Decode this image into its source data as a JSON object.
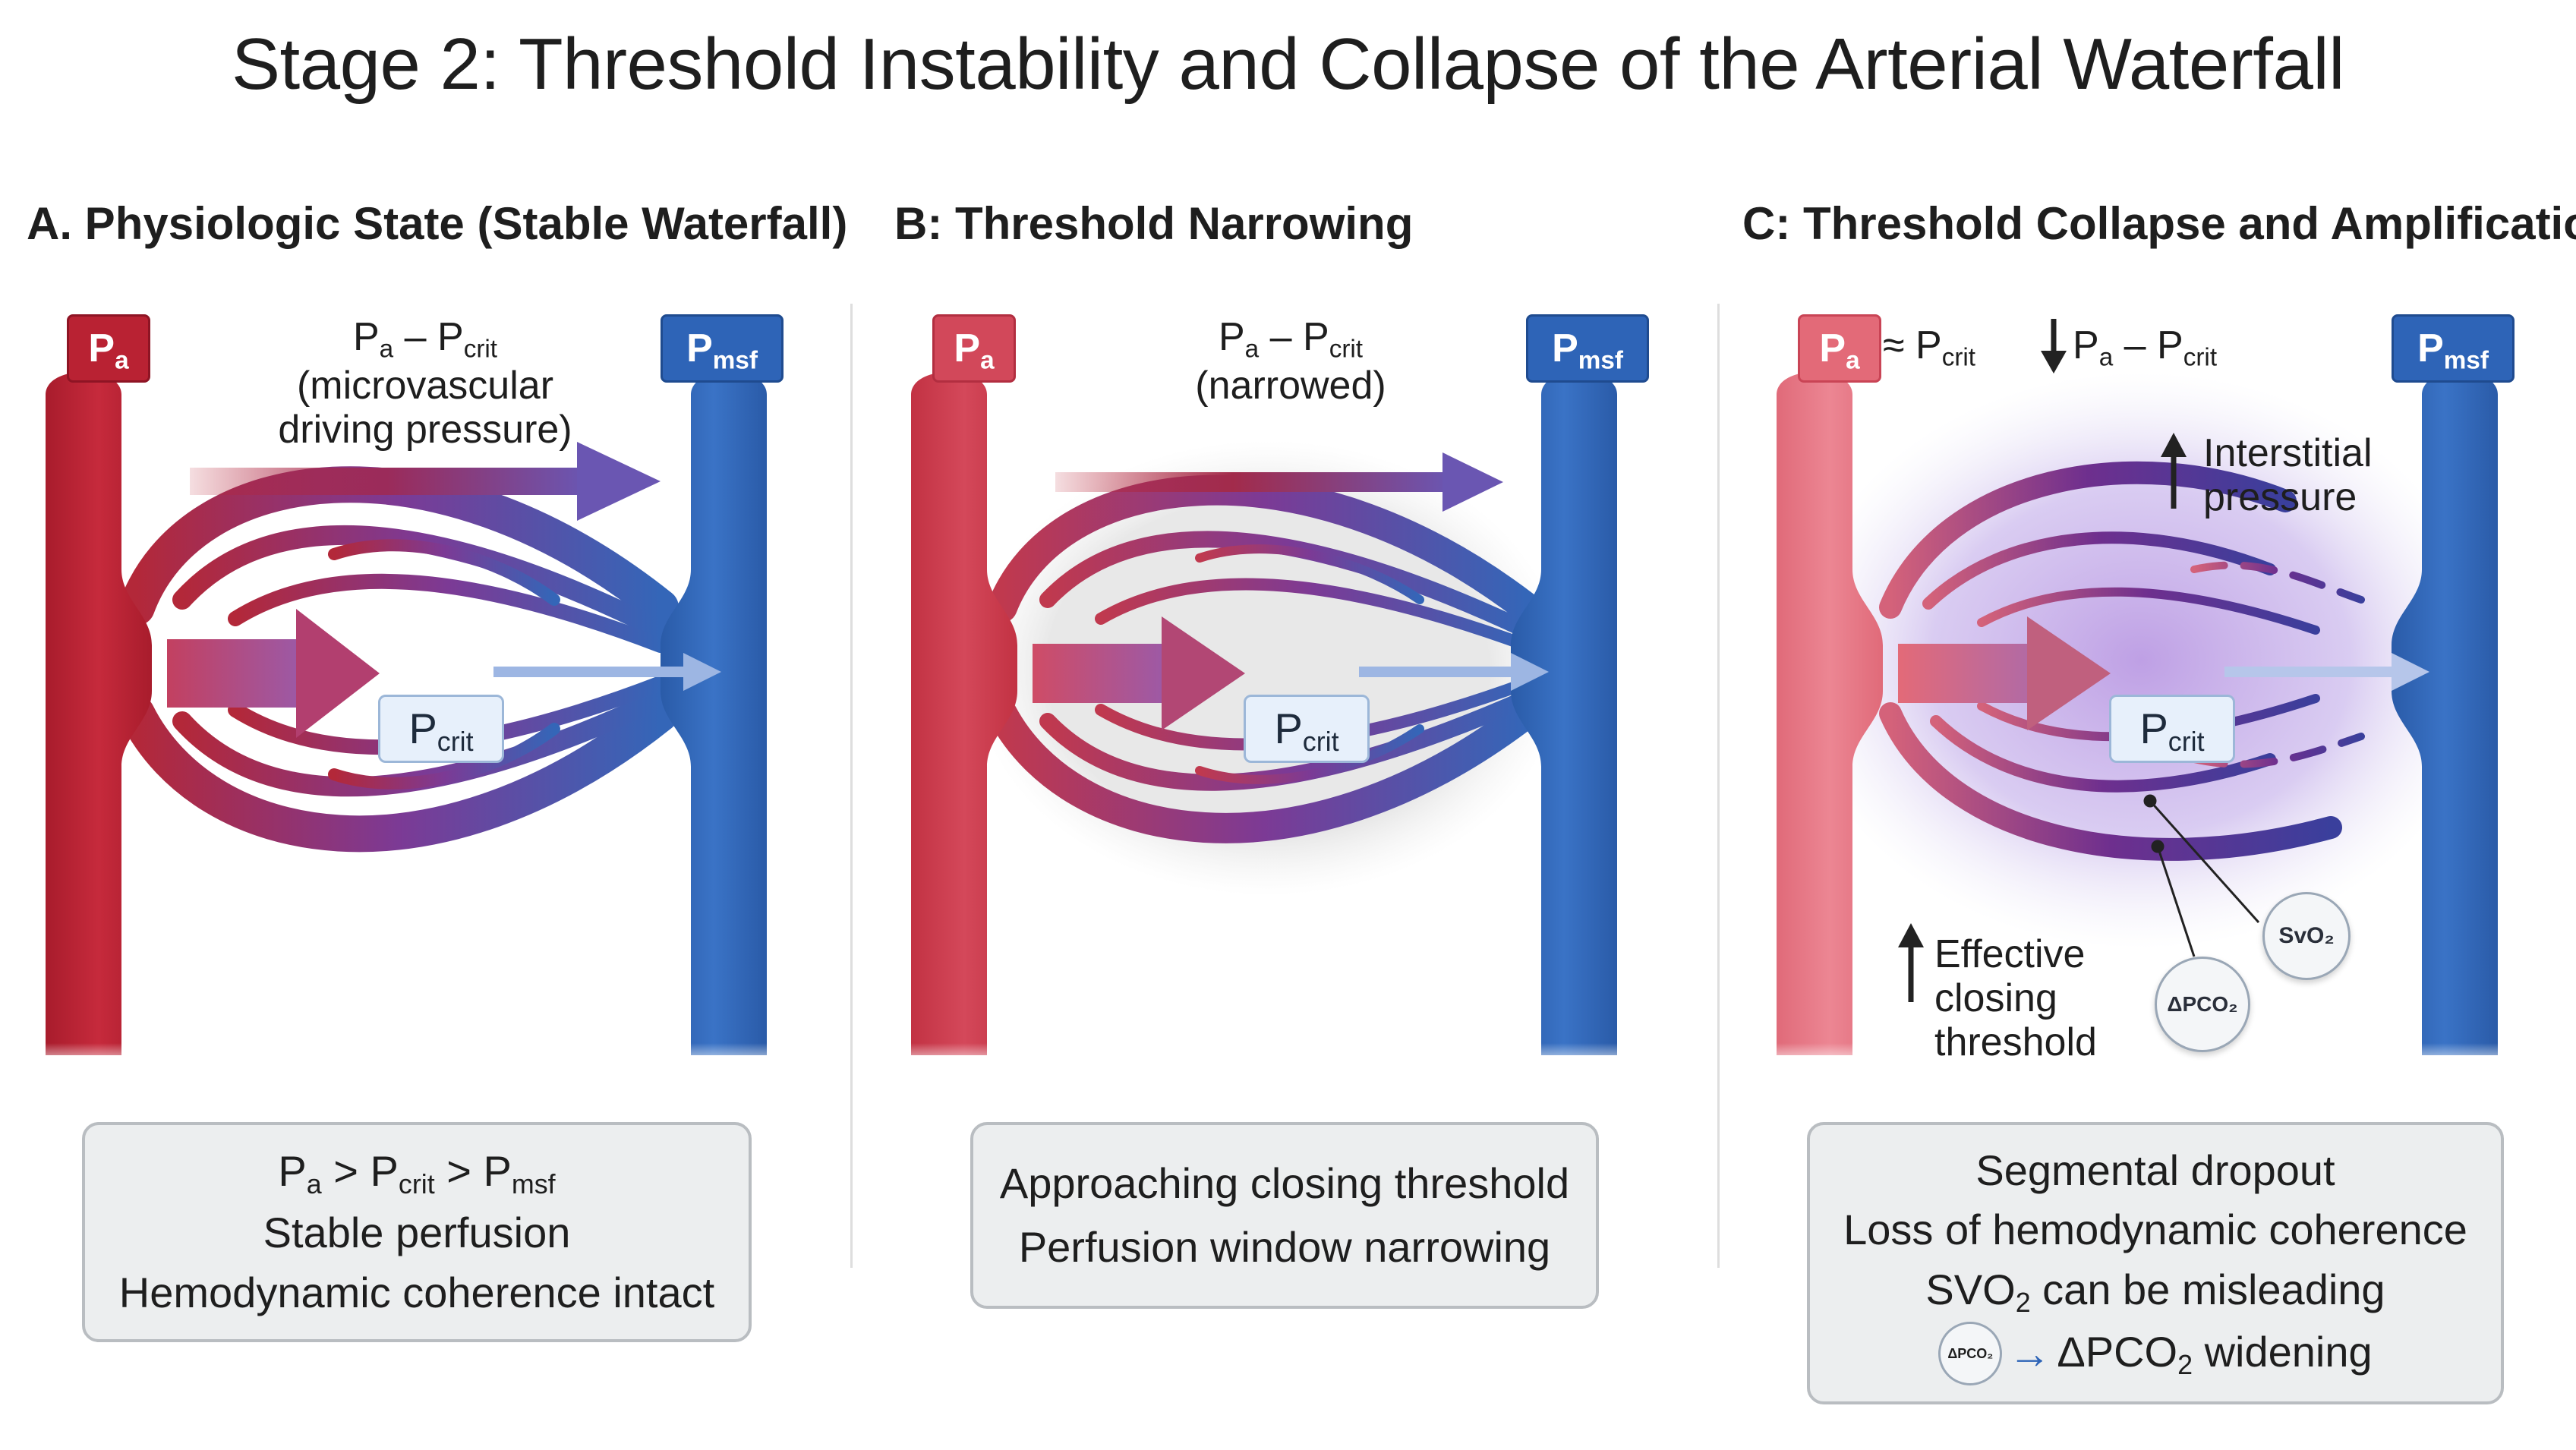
{
  "title": "Stage 2: Threshold Instability and Collapse of the Arterial Waterfall",
  "labels": {
    "pa_main": "P",
    "pa_sub": "a",
    "pmsf_main": "P",
    "pmsf_sub": "msf",
    "pcrit_main": "P",
    "pcrit_sub": "crit"
  },
  "panel_a": {
    "title": "A. Physiologic State (Stable Waterfall)",
    "gradient_line1_pa": "P",
    "gradient_line1_pa_sub": "a",
    "gradient_minus": " – ",
    "gradient_line1_pcrit": "P",
    "gradient_line1_pcrit_sub": "crit",
    "gradient_line2": "(microvascular",
    "gradient_line3": "driving pressure)",
    "box_line1_a": "P",
    "box_line1_a_sub": "a",
    "box_line1_gt1": " > ",
    "box_line1_b": "P",
    "box_line1_b_sub": "crit",
    "box_line1_gt2": " > ",
    "box_line1_c": "P",
    "box_line1_c_sub": "msf",
    "box_line2": "Stable perfusion",
    "box_line3": "Hemodynamic coherence intact"
  },
  "panel_b": {
    "title": "B: Threshold Narrowing",
    "gradient_pa": "P",
    "gradient_pa_sub": "a",
    "gradient_minus": " – ",
    "gradient_pcrit": "P",
    "gradient_pcrit_sub": "crit",
    "gradient_line2": "(narrowed)",
    "box_line1": "Approaching closing threshold",
    "box_line2": "Perfusion window narrowing"
  },
  "panel_c": {
    "title": "C: Threshold Collapse and Amplification",
    "approx": " ≈ ",
    "approx_pcrit": "P",
    "approx_pcrit_sub": "crit",
    "down_arrow": "↓",
    "grad_pa": "P",
    "grad_pa_sub": "a",
    "grad_minus": " – ",
    "grad_pcrit": "P",
    "grad_pcrit_sub": "crit",
    "up_arrow": "↑",
    "interstitial_line1": "Interstitial",
    "interstitial_line2": "pressure",
    "effective_line1": "Effective",
    "effective_line2": "closing",
    "effective_line3": "threshold",
    "badge_svo2": "SvO₂",
    "badge_dpco2": "ΔPCO₂",
    "box_line1": "Segmental dropout",
    "box_line2": "Loss of hemodynamic coherence",
    "box_line3_a": "SVO",
    "box_line3_sub": "2",
    "box_line3_b": " can be misleading",
    "box_line4_icon": "ΔPCO₂",
    "box_line4_arrow": "→",
    "box_line4_a": "ΔPCO",
    "box_line4_sub": "2",
    "box_line4_b": " widening"
  },
  "colors": {
    "artery": "#b92233",
    "artery_light": "#e36a78",
    "vein": "#2e64b7",
    "purple": "#6a3f9a",
    "box_bg": "#eceeef"
  },
  "icons": [
    "right-arrow-icon",
    "down-arrow-icon",
    "up-arrow-icon"
  ]
}
